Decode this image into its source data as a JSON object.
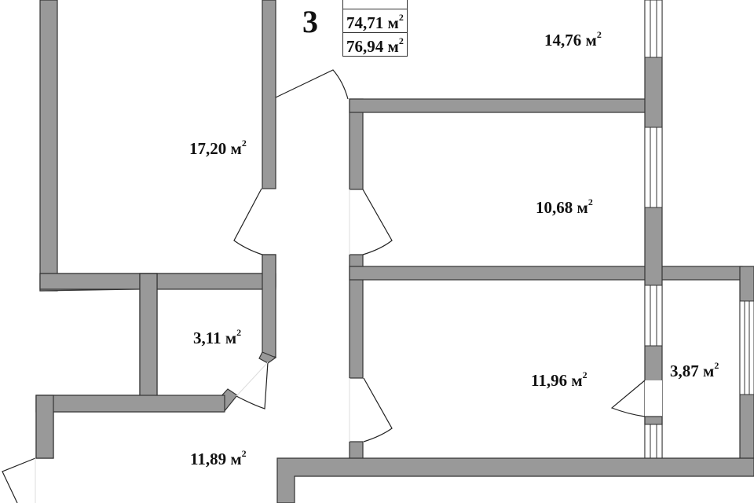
{
  "apartment": {
    "number": "3",
    "area_table": {
      "rows": [
        {
          "value": "",
          "unit": "",
          "sup": "",
          "clipped": true
        },
        {
          "value": "74,71",
          "unit": "м",
          "sup": "2"
        },
        {
          "value": "76,94",
          "unit": "м",
          "sup": "2"
        }
      ]
    }
  },
  "rooms": [
    {
      "id": "room-living-left",
      "area": "17,20",
      "unit": "м",
      "sup": "2"
    },
    {
      "id": "room-top-right",
      "area": "14,76",
      "unit": "м",
      "sup": "2"
    },
    {
      "id": "room-middle-right",
      "area": "10,68",
      "unit": "м",
      "sup": "2"
    },
    {
      "id": "room-bottom-right",
      "area": "11,96",
      "unit": "м",
      "sup": "2"
    },
    {
      "id": "balcony",
      "area": "3,87",
      "unit": "м",
      "sup": "2"
    },
    {
      "id": "bathroom",
      "area": "3,11",
      "unit": "м",
      "sup": "2"
    },
    {
      "id": "hall",
      "area": "11,89",
      "unit": "м",
      "sup": "2"
    }
  ],
  "colors": {
    "wall": "#999999",
    "outline": "#333333",
    "background": "#ffffff"
  }
}
